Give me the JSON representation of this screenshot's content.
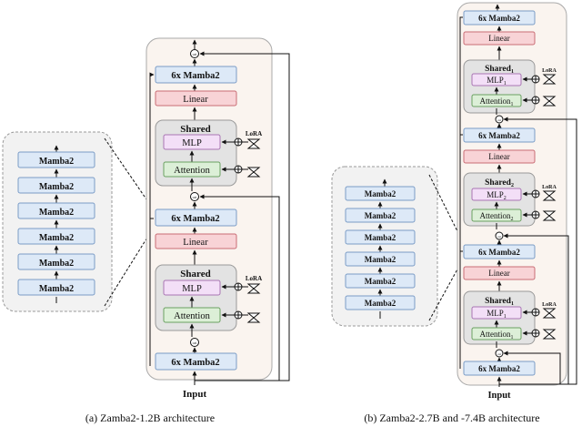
{
  "left": {
    "input_label": "Input",
    "top_mamba": "6x Mamba2",
    "mid_mamba": "6x Mamba2",
    "bottom_mamba": "6x Mamba2",
    "linear_top": "Linear",
    "linear_bottom": "Linear",
    "shared": "Shared",
    "mlp": "MLP",
    "attention": "Attention",
    "lora": "LoRA",
    "cat": "cat",
    "expanded_items": [
      "Mamba2",
      "Mamba2",
      "Mamba2",
      "Mamba2",
      "Mamba2",
      "Mamba2"
    ],
    "caption": "(a)  Zamba2-1.2B  architecture"
  },
  "right": {
    "input_label": "Input",
    "mamba_top": "6x Mamba2",
    "mamba_2": "6x Mamba2",
    "mamba_3": "6x Mamba2",
    "mamba_bottom": "6x Mamba2",
    "linear_1": "Linear",
    "linear_2": "Linear",
    "linear_3": "Linear",
    "shared_1_top": "Shared",
    "shared_1_top_sub": "1",
    "shared_2": "Shared",
    "shared_2_sub": "2",
    "shared_1_bottom": "Shared",
    "shared_1_bottom_sub": "1",
    "mlp_1_top": "MLP",
    "mlp_1_top_sub": "1",
    "mlp_2": "MLP",
    "mlp_2_sub": "2",
    "mlp_1_bottom": "MLP",
    "mlp_1_bottom_sub": "1",
    "attn_1_top": "Attention",
    "attn_1_top_sub": "1",
    "attn_2": "Attention",
    "attn_2_sub": "2",
    "attn_1_bottom": "Attention",
    "attn_1_bottom_sub": "1",
    "lora": "LoRA",
    "cat": "cat",
    "expanded_items": [
      "Mamba2",
      "Mamba2",
      "Mamba2",
      "Mamba2",
      "Mamba2",
      "Mamba2"
    ],
    "caption": "(b)  Zamba2-2.7B  and  -7.4B  architecture"
  },
  "colors": {
    "mamba_fill": "#dde9f7",
    "linear_fill": "#f8d3d6",
    "mlp_fill": "#f3dff7",
    "attention_fill": "#dcefd7",
    "shared_fill": "#e3e3e3",
    "panel_fill": "#faf4ef",
    "expanded_fill": "#f2f2f2"
  }
}
